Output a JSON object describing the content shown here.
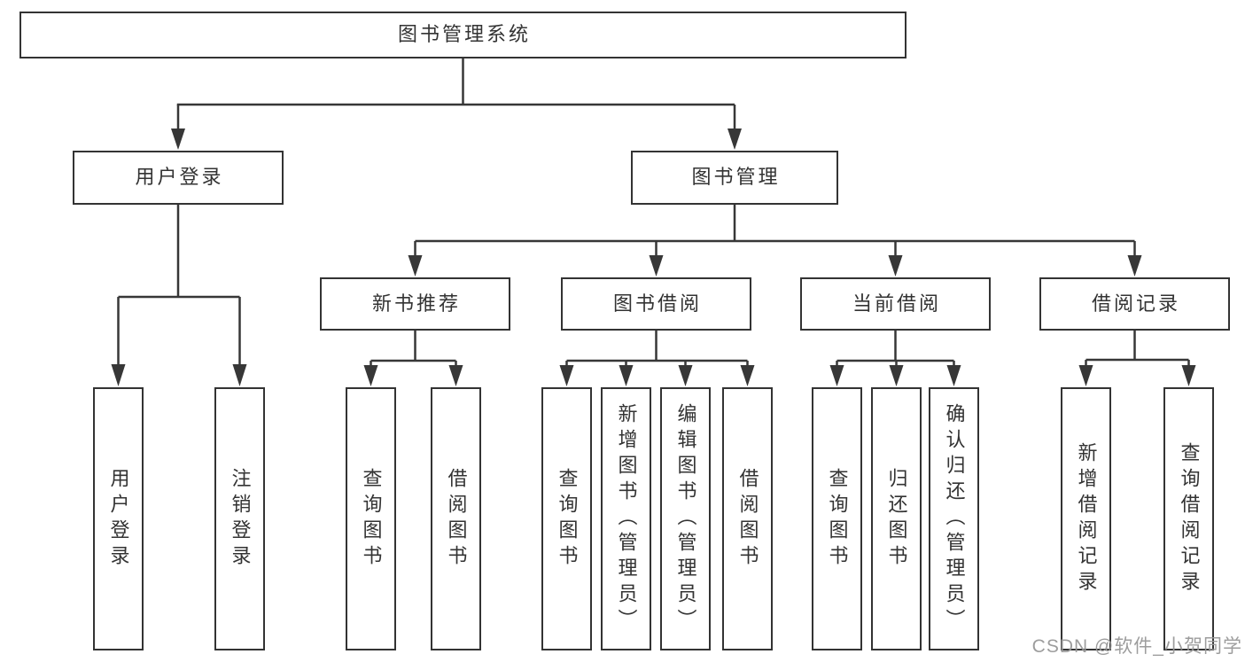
{
  "diagram": {
    "title": "图书管理系统",
    "nodes": {
      "root": {
        "label": "图书管理系统"
      },
      "user_login": {
        "label": "用户登录"
      },
      "book_mgmt": {
        "label": "图书管理"
      },
      "login": {
        "label": "用户登录"
      },
      "logout": {
        "label": "注销登录"
      },
      "new_book_rec": {
        "label": "新书推荐"
      },
      "book_borrow": {
        "label": "图书借阅"
      },
      "current_borrow": {
        "label": "当前借阅"
      },
      "borrow_record": {
        "label": "借阅记录"
      },
      "rec_query_book": {
        "label": "查询图书"
      },
      "rec_borrow_book": {
        "label": "借阅图书"
      },
      "bb_query_book": {
        "label": "查询图书"
      },
      "bb_add_book": {
        "label": "新增图书（管理员）"
      },
      "bb_edit_book": {
        "label": "编辑图书（管理员）"
      },
      "bb_borrow_book": {
        "label": "借阅图书"
      },
      "cb_query_book": {
        "label": "查询图书"
      },
      "cb_return_book": {
        "label": "归还图书"
      },
      "cb_confirm_return": {
        "label": "确认归还（管理员）"
      },
      "br_add_record": {
        "label": "新增借阅记录"
      },
      "br_query_record": {
        "label": "查询借阅记录"
      }
    },
    "hierarchy": {
      "root": "图书管理系统",
      "children": [
        {
          "label": "用户登录",
          "children": [
            "用户登录",
            "注销登录"
          ]
        },
        {
          "label": "图书管理",
          "children": [
            {
              "label": "新书推荐",
              "children": [
                "查询图书",
                "借阅图书"
              ]
            },
            {
              "label": "图书借阅",
              "children": [
                "查询图书",
                "新增图书（管理员）",
                "编辑图书（管理员）",
                "借阅图书"
              ]
            },
            {
              "label": "当前借阅",
              "children": [
                "查询图书",
                "归还图书",
                "确认归还（管理员）"
              ]
            },
            {
              "label": "借阅记录",
              "children": [
                "新增借阅记录",
                "查询借阅记录"
              ]
            }
          ]
        }
      ]
    },
    "colors": {
      "line": "#373737",
      "box_border": "#333333",
      "text": "#333333",
      "background": "#ffffff",
      "watermark": "#989898"
    }
  },
  "watermark": {
    "text": "CSDN @软件_小贺同学"
  }
}
